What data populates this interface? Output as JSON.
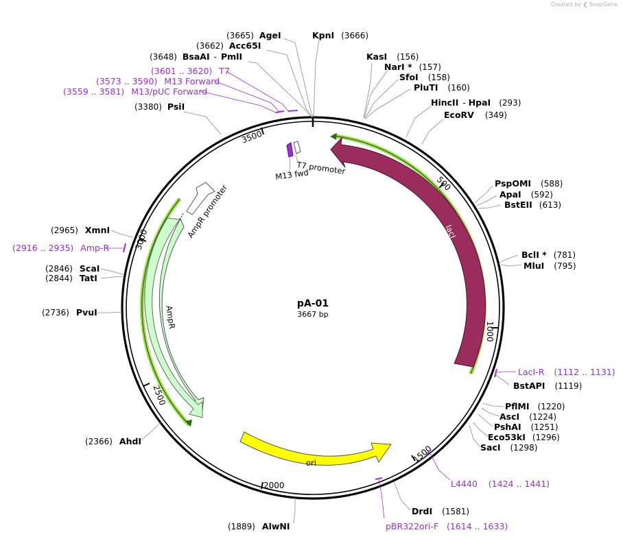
{
  "credit": {
    "text": "Created by",
    "brand": "SnapGene"
  },
  "plasmid": {
    "name": "pA-01",
    "length": "3667 bp"
  },
  "ticks": [
    "500",
    "1000",
    "1500",
    "2000",
    "2500",
    "3000",
    "3500"
  ],
  "sites": [
    {
      "id": "agei",
      "pos": "(3665)",
      "name": "AgeI"
    },
    {
      "id": "kpni",
      "pos": "(3666)",
      "name": "KpnI"
    },
    {
      "id": "acc65i",
      "pos": "(3662)",
      "name": "Acc65I"
    },
    {
      "id": "bsaai",
      "pos": "(3648)",
      "name": "BsaAI",
      "name2": "PmlI"
    },
    {
      "id": "kasi",
      "pos": "(156)",
      "name": "KasI"
    },
    {
      "id": "nari",
      "pos": "(157)",
      "name": "NarI *"
    },
    {
      "id": "sfoi",
      "pos": "(158)",
      "name": "SfoI"
    },
    {
      "id": "pluti",
      "pos": "(160)",
      "name": "PluTI"
    },
    {
      "id": "hincii",
      "pos": "(293)",
      "name": "HincII",
      "name2": "HpaI"
    },
    {
      "id": "ecorv",
      "pos": "(349)",
      "name": "EcoRV"
    },
    {
      "id": "psti",
      "pos": "(3380)",
      "name": "PsiI"
    },
    {
      "id": "pspomi",
      "pos": "(588)",
      "name": "PspOMI"
    },
    {
      "id": "apai",
      "pos": "(592)",
      "name": "ApaI"
    },
    {
      "id": "bsteii",
      "pos": "(613)",
      "name": "BstEII"
    },
    {
      "id": "bcli",
      "pos": "(781)",
      "name": "BclI *"
    },
    {
      "id": "mlui",
      "pos": "(795)",
      "name": "MluI"
    },
    {
      "id": "xmni",
      "pos": "(2965)",
      "name": "XmnI"
    },
    {
      "id": "scai",
      "pos": "(2846)",
      "name": "ScaI"
    },
    {
      "id": "tati",
      "pos": "(2844)",
      "name": "TatI"
    },
    {
      "id": "pvui",
      "pos": "(2736)",
      "name": "PvuI"
    },
    {
      "id": "bstapi",
      "pos": "(1119)",
      "name": "BstAPI"
    },
    {
      "id": "pflmi",
      "pos": "(1220)",
      "name": "PflMI"
    },
    {
      "id": "asci",
      "pos": "(1224)",
      "name": "AscI"
    },
    {
      "id": "pshai",
      "pos": "(1251)",
      "name": "PshAI"
    },
    {
      "id": "eco53ki",
      "pos": "(1296)",
      "name": "Eco53kI"
    },
    {
      "id": "saci",
      "pos": "(1298)",
      "name": "SacI"
    },
    {
      "id": "ahdi",
      "pos": "(2366)",
      "name": "AhdI"
    },
    {
      "id": "drdi",
      "pos": "(1581)",
      "name": "DrdI"
    },
    {
      "id": "alwni",
      "pos": "(1889)",
      "name": "AlwNI"
    }
  ],
  "primers": [
    {
      "id": "t7",
      "range": "(3601 .. 3620)",
      "name": "T7"
    },
    {
      "id": "m13f",
      "range": "(3573 .. 3590)",
      "name": "M13 Forward"
    },
    {
      "id": "m13puc",
      "range": "(3559 .. 3581)",
      "name": "M13/pUC Forward"
    },
    {
      "id": "ampr",
      "range": "(2916 .. 2935)",
      "name": "Amp-R"
    },
    {
      "id": "lacir",
      "range": "(1112 .. 1131)",
      "name": "LacI-R"
    },
    {
      "id": "l4440",
      "range": "(1424 .. 1441)",
      "name": "L4440"
    },
    {
      "id": "pbr",
      "range": "(1614 .. 1633)",
      "name": "pBR322ori-F"
    }
  ],
  "features": {
    "laci": "lacI",
    "ampr": "AmpR",
    "ampr_promoter": "AmpR promoter",
    "ori": "ori",
    "t7_promoter": "T7 promoter",
    "m13_fwd": "M13 fwd"
  },
  "colors": {
    "laci": "#9b2d5e",
    "ampr": "#ccffcc",
    "ori": "#ffff00",
    "primer": "#9b2fd1",
    "orf_halo": "#a8e05a"
  }
}
